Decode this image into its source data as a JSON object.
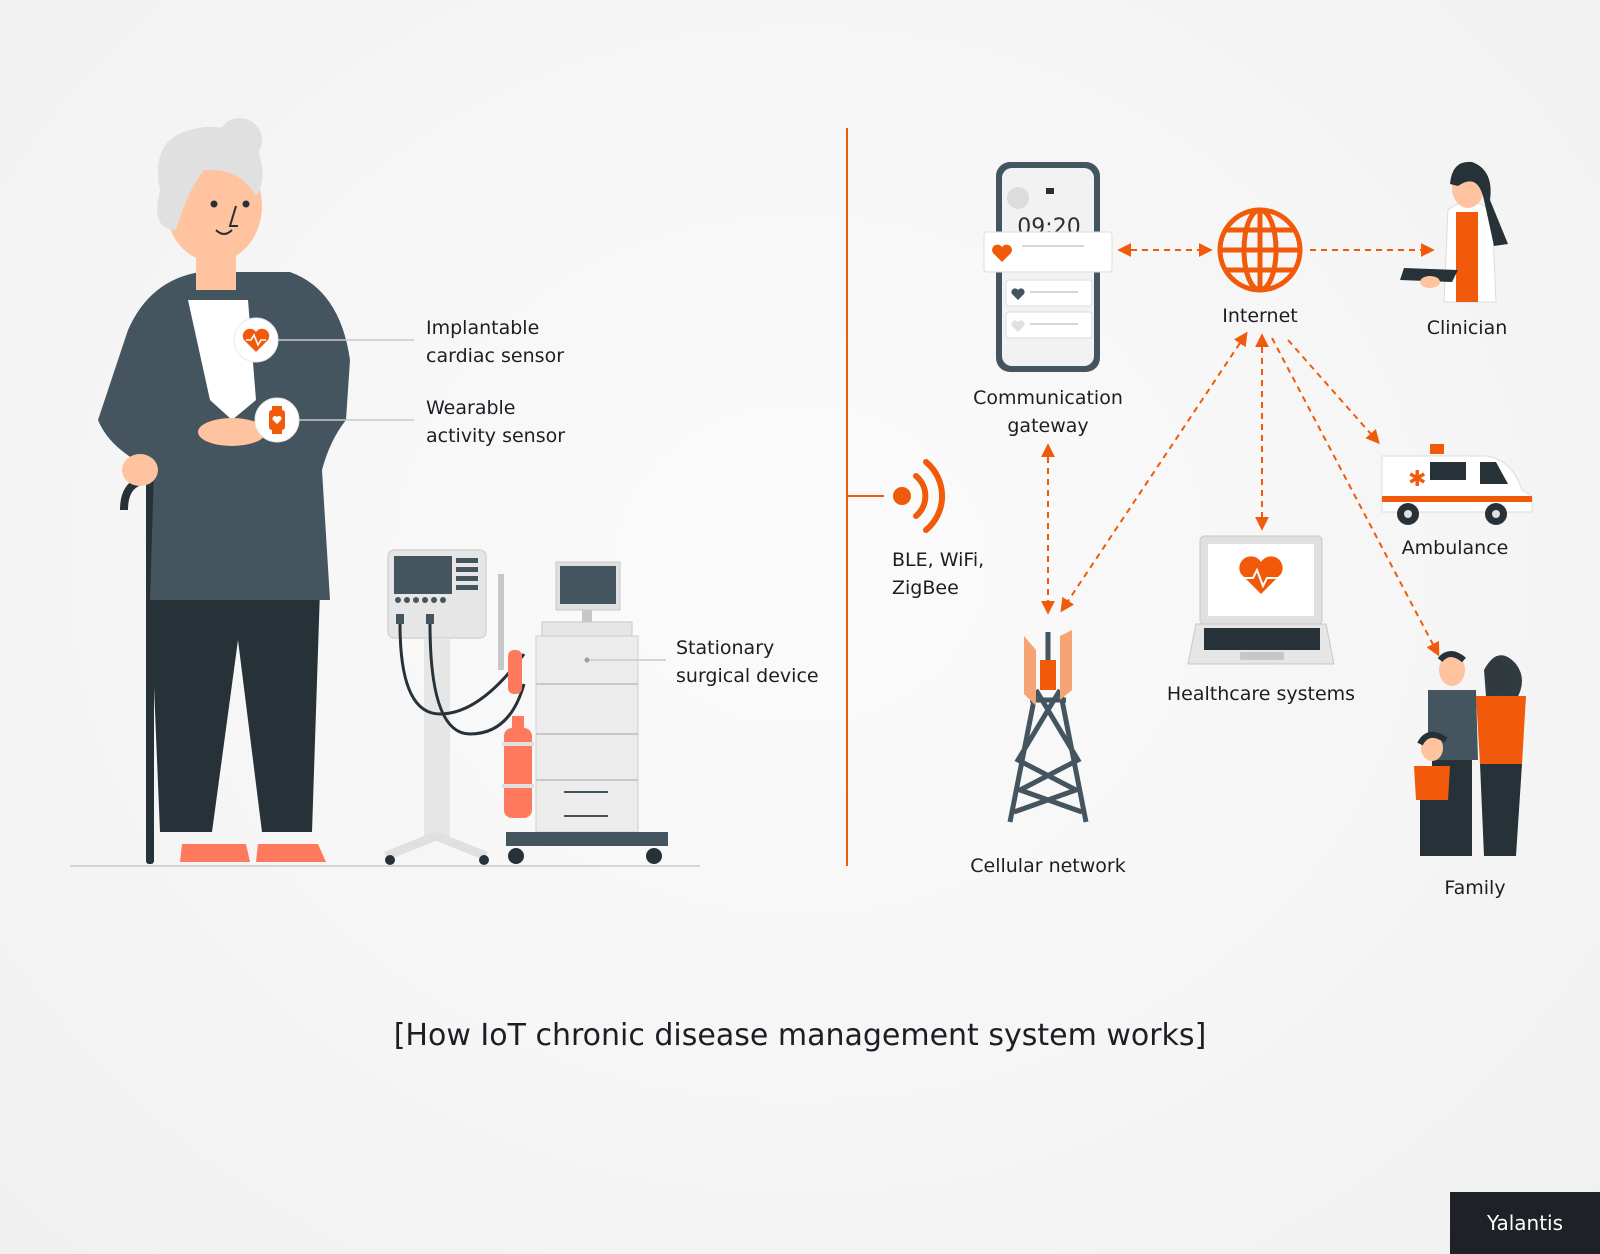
{
  "labels": {
    "implantable": [
      "Implantable",
      "cardiac sensor"
    ],
    "wearable": [
      "Wearable",
      "activity sensor"
    ],
    "stationary": [
      "Stationary",
      "surgical device"
    ],
    "wireless": [
      "BLE, WiFi,",
      "ZigBee"
    ],
    "gateway": [
      "Communication",
      "gateway"
    ],
    "internet": "Internet",
    "clinician": "Clinician",
    "ambulance": "Ambulance",
    "healthcare": "Healthcare systems",
    "cellular": "Cellular network",
    "family": "Family"
  },
  "phone": {
    "time": "09:20"
  },
  "caption": "[How IoT chronic disease management system works]",
  "brand": "Yalantis",
  "colors": {
    "accent": "#f05a0a",
    "dark": "#455560",
    "darker": "#263238",
    "skin": "#ffc3a0",
    "hair": "#e0e0e0"
  }
}
